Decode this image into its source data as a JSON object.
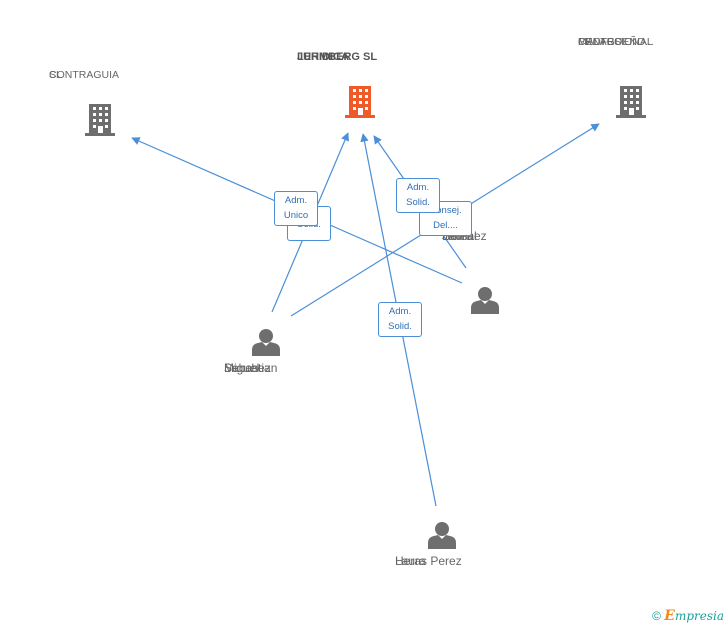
{
  "colors": {
    "edge": "#4a8fd8",
    "company_icon": "#6e6e6e",
    "company_main_icon": "#f05a28",
    "person_icon": "#6e6e6e",
    "label_text": "#666666",
    "box_text": "#2f6fb5",
    "footer_brand": "#1aa29a",
    "footer_accent": "#f08a1c"
  },
  "nodes": {
    "contraguia": {
      "line1": "CONTRAGUIA",
      "line2": "SL",
      "icon": "building-icon"
    },
    "juridica": {
      "line1": "JURIDICA",
      "line2": "LEHMBERG SL",
      "icon": "building-icon"
    },
    "centro": {
      "line1": "CENTRO",
      "line2": "PROFESIONAL",
      "line3": "MALAGUEÑO...",
      "icon": "building-icon"
    },
    "jimenez": {
      "line1": "Jimenez",
      "line2": "Bernal",
      "line3": "Laura",
      "icon": "person-icon"
    },
    "sanchez": {
      "line1": "Sanchez",
      "line2": "Miguel",
      "line3": "Sebastian",
      "icon": "person-icon"
    },
    "heras": {
      "line1": "Heras Perez",
      "line2": "Laura",
      "icon": "person-icon"
    }
  },
  "edge_labels": {
    "jimenez_contraguia": {
      "line1": "Adm.",
      "line2": "Unico"
    },
    "sanchez_juridica": {
      "line1": "Adm.",
      "line2": "Solid."
    },
    "sanchez_centro": {
      "line1": "Consej.",
      "line2": "Del...."
    },
    "jimenez_juridica": {
      "line1": "Adm.",
      "line2": "Solid."
    },
    "heras_juridica": {
      "line1": "Adm.",
      "line2": "Solid."
    }
  },
  "footer": {
    "copyright": "©",
    "brand_initial": "E",
    "brand_rest": "mpresia"
  }
}
